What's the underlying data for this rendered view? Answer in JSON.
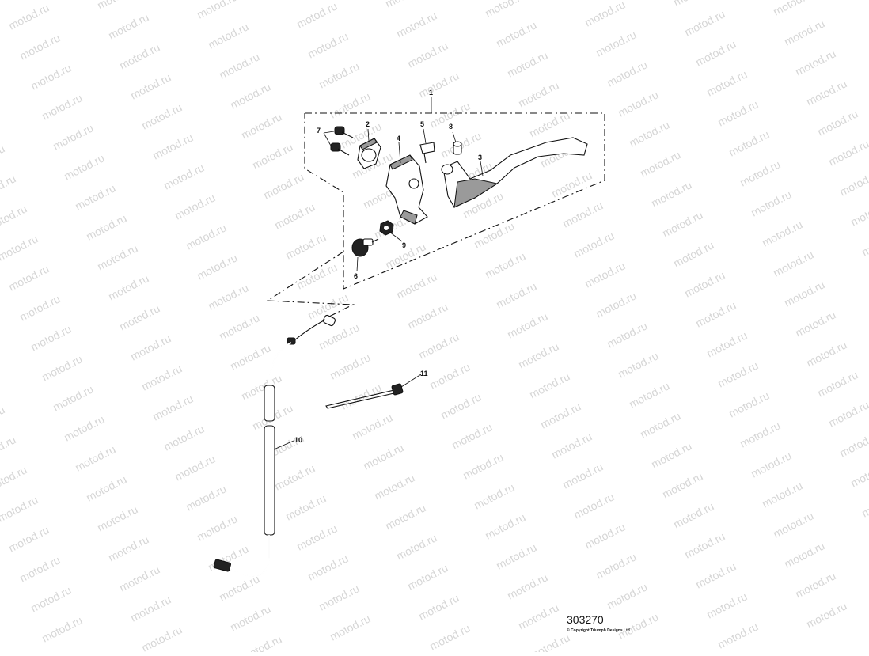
{
  "watermark": {
    "text": "motod.ru"
  },
  "callouts": [
    {
      "id": "1",
      "label": "1"
    },
    {
      "id": "2",
      "label": "2"
    },
    {
      "id": "3",
      "label": "3"
    },
    {
      "id": "4",
      "label": "4"
    },
    {
      "id": "5",
      "label": "5"
    },
    {
      "id": "6",
      "label": "6"
    },
    {
      "id": "7",
      "label": "7"
    },
    {
      "id": "8",
      "label": "8"
    },
    {
      "id": "9",
      "label": "9"
    },
    {
      "id": "10",
      "label": "10"
    },
    {
      "id": "11",
      "label": "11"
    }
  ],
  "footer": {
    "part_number": "303270",
    "copyright": "© Copyright Triumph Designs Ltd"
  }
}
